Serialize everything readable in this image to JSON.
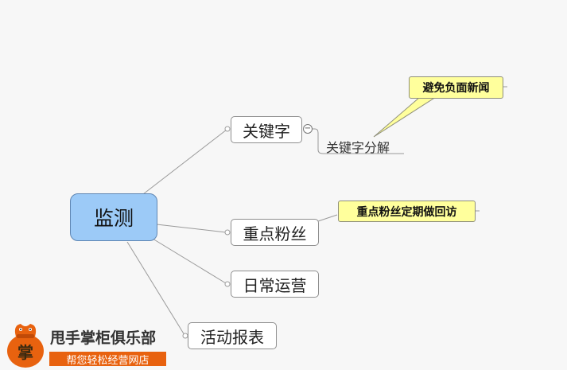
{
  "root": {
    "label": "监测"
  },
  "branches": [
    {
      "label": "关键字"
    },
    {
      "label": "重点粉丝"
    },
    {
      "label": "日常运营"
    },
    {
      "label": "活动报表"
    }
  ],
  "subtopics": [
    {
      "label": "关键字分解"
    }
  ],
  "callouts": [
    {
      "label": "避免负面新闻"
    },
    {
      "label": "重点粉丝定期做回访"
    }
  ],
  "collapse_symbol": "−",
  "logo": {
    "title": "甩手掌柜俱乐部",
    "slogan": "帮您轻松经营网店",
    "badge_char": "掌"
  },
  "colors": {
    "root_fill": "#9ccaf7",
    "callout_fill": "#ffff9c",
    "logo_orange": "#e8620f"
  }
}
